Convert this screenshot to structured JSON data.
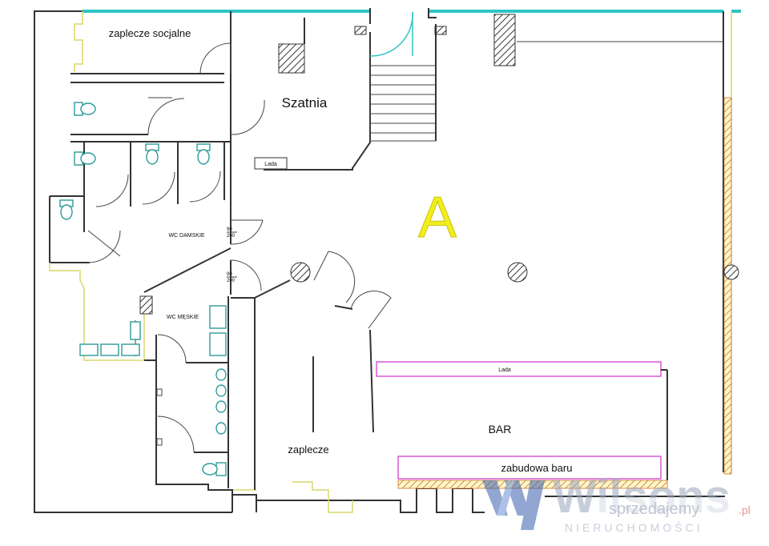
{
  "labels": {
    "zaplecze_socjalne": "zaplecze socjalne",
    "szatnia": "Szatnia",
    "lada_top": "Lada",
    "wc_damskie": "WC DAMSKIE",
    "wc_meskie": "WC MĘSKIE",
    "area": "A",
    "lada_bar": "Lada",
    "bar": "BAR",
    "zaplecze": "zaplecze",
    "zabudowa_baru": "zabudowa baru",
    "door_90_top": "90",
    "door_200_top": "200",
    "door_90_bot": "90",
    "door_200_bot": "200"
  },
  "watermark": {
    "brand": "Wilsons",
    "sub": "NIERUCHOMOŚCI",
    "site": "sprzedajemy",
    "site_tld": ".pl"
  },
  "colors": {
    "area_letter": "#f2ee1c",
    "glass": "#2ec4c4",
    "counter": "#d23fd2",
    "fixture": "#2e9a9a",
    "hatch": "#333333",
    "watermark": "#9aa7bd"
  }
}
